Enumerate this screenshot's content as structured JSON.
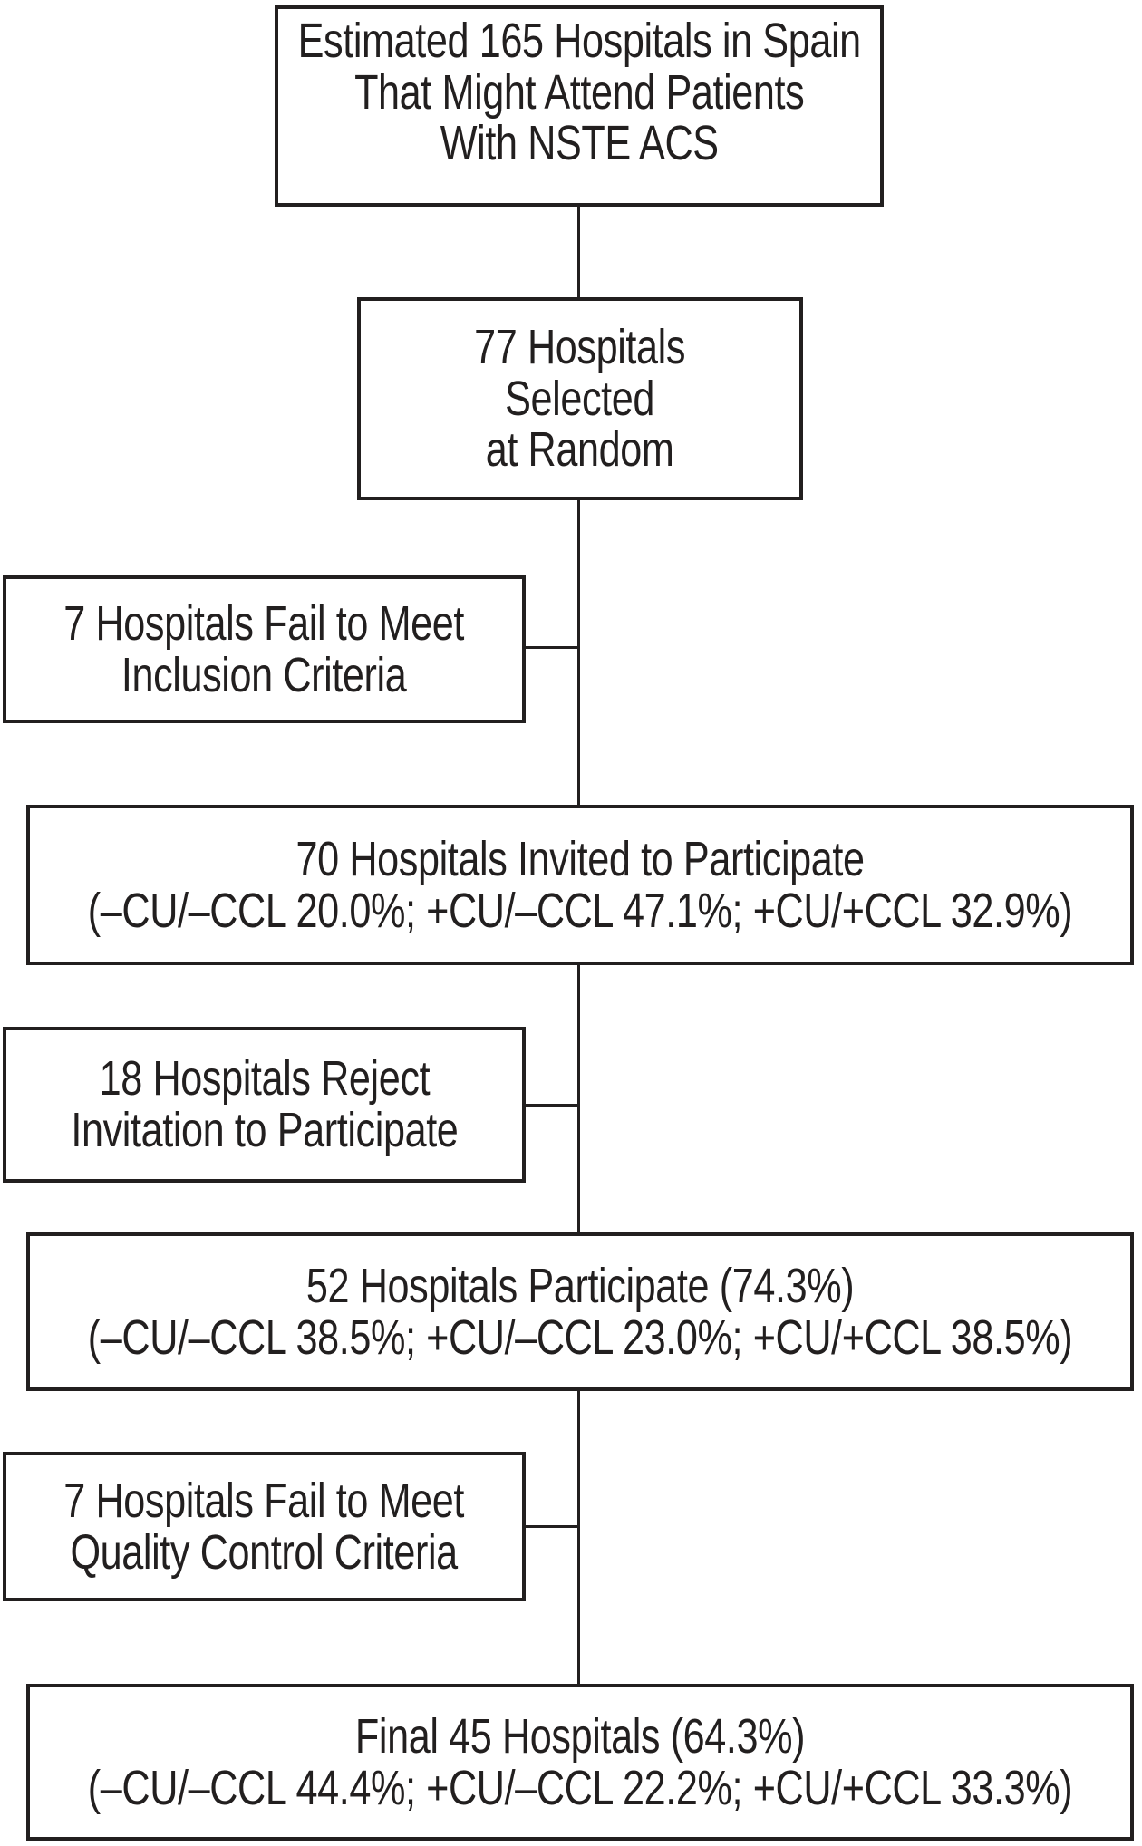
{
  "diagram": {
    "description": "Flowchart of hospital selection in Spain for NSTE ACS study",
    "colors": {
      "ink": "#221f1f",
      "background": "#ffffff"
    },
    "boxes": [
      {
        "name": "estimated-165-hospitals",
        "lines": [
          "Estimated 165 Hospitals in Spain",
          "That Might Attend Patients",
          "With NSTE ACS"
        ]
      },
      {
        "name": "77-hospitals-selected",
        "lines": [
          "77 Hospitals",
          "Selected",
          "at Random"
        ]
      },
      {
        "name": "7-hospitals-fail-inclusion",
        "lines": [
          "7 Hospitals Fail to Meet",
          "Inclusion Criteria"
        ]
      },
      {
        "name": "70-hospitals-invited",
        "lines": [
          "70 Hospitals Invited to Participate",
          "(–CU/–CCL 20.0%; +CU/–CCL 47.1%; +CU/+CCL 32.9%)"
        ]
      },
      {
        "name": "18-hospitals-reject",
        "lines": [
          "18 Hospitals Reject",
          "Invitation to Participate"
        ]
      },
      {
        "name": "52-hospitals-participate",
        "lines": [
          "52 Hospitals Participate (74.3%)",
          "(–CU/–CCL 38.5%; +CU/–CCL 23.0%; +CU/+CCL 38.5%)"
        ]
      },
      {
        "name": "7-hospitals-fail-quality",
        "lines": [
          "7 Hospitals Fail to Meet",
          "Quality Control Criteria"
        ]
      },
      {
        "name": "final-45-hospitals",
        "lines": [
          "Final 45 Hospitals (64.3%)",
          "(–CU/–CCL 44.4%; +CU/–CCL 22.2%; +CU/+CCL 33.3%)"
        ]
      }
    ]
  }
}
